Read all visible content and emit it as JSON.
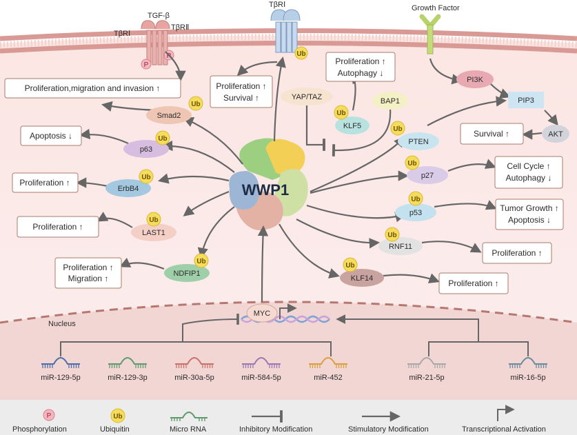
{
  "receptors": {
    "tgfb": "TGF-β",
    "tbr1_left": "TβRⅠ",
    "tbr2": "TβRⅡ",
    "tbr1_top": "TβRⅠ",
    "growth_factor": "Growth Factor"
  },
  "center": "WWP1",
  "badges": {
    "ub": "Ub",
    "p": "P"
  },
  "nodes": {
    "smad2": "Smad2",
    "p63": "p63",
    "erbb4": "ErbB4",
    "last1": "LAST1",
    "ndfip1": "NDFIP1",
    "yap_taz": "YAP/TAZ",
    "klf5": "KLF5",
    "bap1": "BAP1",
    "pten": "PTEN",
    "pi3k": "PI3K",
    "pip3": "PIP3",
    "akt": "AKT",
    "p27": "p27",
    "p53": "p53",
    "rnf11": "RNF11",
    "klf14": "KLF14",
    "myc": "MYC"
  },
  "outcomes": {
    "tgf": [
      "Proliferation,migration and invasion ↑"
    ],
    "apoptosis": [
      "Apoptosis ↓"
    ],
    "prolif_erbb4": [
      "Proliferation ↑"
    ],
    "prolif_last1": [
      "Proliferation ↑"
    ],
    "ndfip1": [
      "Proliferation ↑",
      "Migration ↑"
    ],
    "tbr1": [
      "Proliferation ↑",
      "Survival ↑"
    ],
    "klf5": [
      "Proliferation ↑",
      "Autophagy ↓"
    ],
    "survival": [
      "Survival ↑"
    ],
    "p27": [
      "Cell Cycle ↑",
      "Autophagy ↓"
    ],
    "p53": [
      "Tumor Growth ↑",
      "Apoptosis ↓"
    ],
    "rnf11": [
      "Proliferation ↑"
    ],
    "klf14": [
      "Proliferation ↑"
    ]
  },
  "nucleus_label": "Nucleus",
  "mirnas": [
    "miR-129-5p",
    "miR-129-3p",
    "miR-30a-5p",
    "miR-584-5p",
    "miR-452",
    "miR-21-5p",
    "miR-16-5p"
  ],
  "mirna_colors": [
    "#4a6fa8",
    "#5f9a6e",
    "#c9706a",
    "#9a78b4",
    "#d9a040",
    "#a8a8a8",
    "#6a8aa0"
  ],
  "legend": [
    {
      "icon": "phosphorylation",
      "label": "Phosphorylation"
    },
    {
      "icon": "ubiquitin",
      "label": "Ubiquitin"
    },
    {
      "icon": "microrna",
      "label": "Micro RNA"
    },
    {
      "icon": "inhibitory",
      "label": "Inhibitory Modification"
    },
    {
      "icon": "stimulatory",
      "label": "Stimulatory Modification"
    },
    {
      "icon": "transcriptional",
      "label": "Transcriptional Activation"
    }
  ]
}
